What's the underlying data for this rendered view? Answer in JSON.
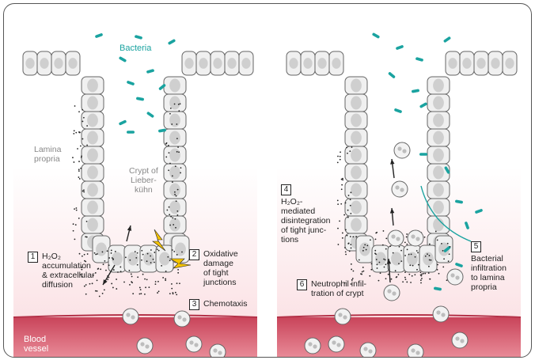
{
  "panel_left": {
    "bacteria_label": "Bacteria",
    "lamina_propria_label": "Lamina\npropria",
    "crypt_label": "Crypt of\nLieber-\nkühn",
    "blood_vessel_label": "Blood\nvessel",
    "steps": [
      {
        "num": "1",
        "text": "H₂O₂\naccumulation\n& extracellular\ndiffusion"
      },
      {
        "num": "2",
        "text": "Oxidative\ndamage\nof tight\njunctions"
      },
      {
        "num": "3",
        "text": "Chemotaxis"
      }
    ]
  },
  "panel_right": {
    "steps": [
      {
        "num": "4",
        "text": "H₂O₂-\nmediated\ndisintegration\nof tight junc-\ntions"
      },
      {
        "num": "5",
        "text": "Bacterial\ninfiltration\nto lamina\npropria"
      },
      {
        "num": "6",
        "text": "Neutrophil infil-\ntration of crypt"
      }
    ]
  },
  "colors": {
    "teal": "#1aa3a0",
    "pink_bg": "#fbe3e6",
    "vessel": "#d9566a",
    "cell": "#f0f0f0",
    "nucleus": "#cfcfcf"
  }
}
